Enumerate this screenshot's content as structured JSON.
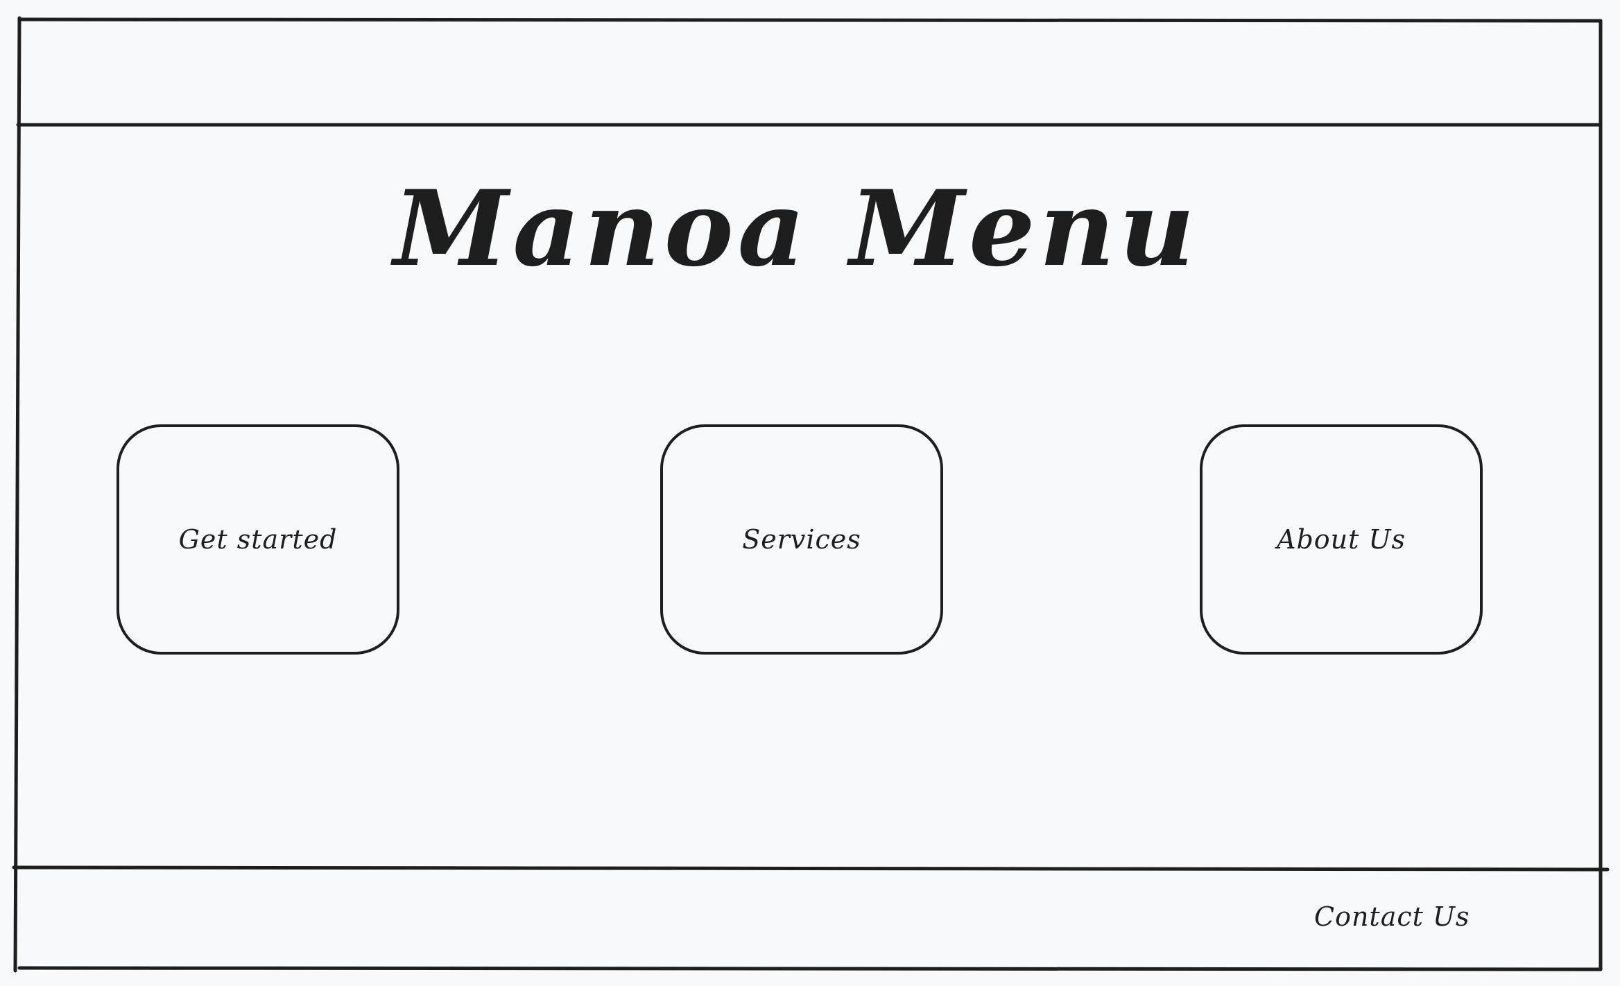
{
  "header": {
    "title": "Manoa Menu"
  },
  "nav": {
    "items": [
      {
        "label": "Get started"
      },
      {
        "label": "Services"
      },
      {
        "label": "About Us"
      }
    ]
  },
  "footer": {
    "contact_label": "Contact Us"
  },
  "colors": {
    "background": "#f8f9fa",
    "stroke": "#1e1e1e"
  }
}
